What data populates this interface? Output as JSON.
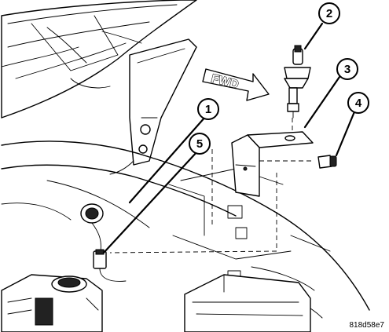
{
  "direction_label": "FWD",
  "figure_code": "818d58e7",
  "callouts": [
    {
      "id": "1"
    },
    {
      "id": "2"
    },
    {
      "id": "3"
    },
    {
      "id": "4"
    },
    {
      "id": "5"
    }
  ]
}
